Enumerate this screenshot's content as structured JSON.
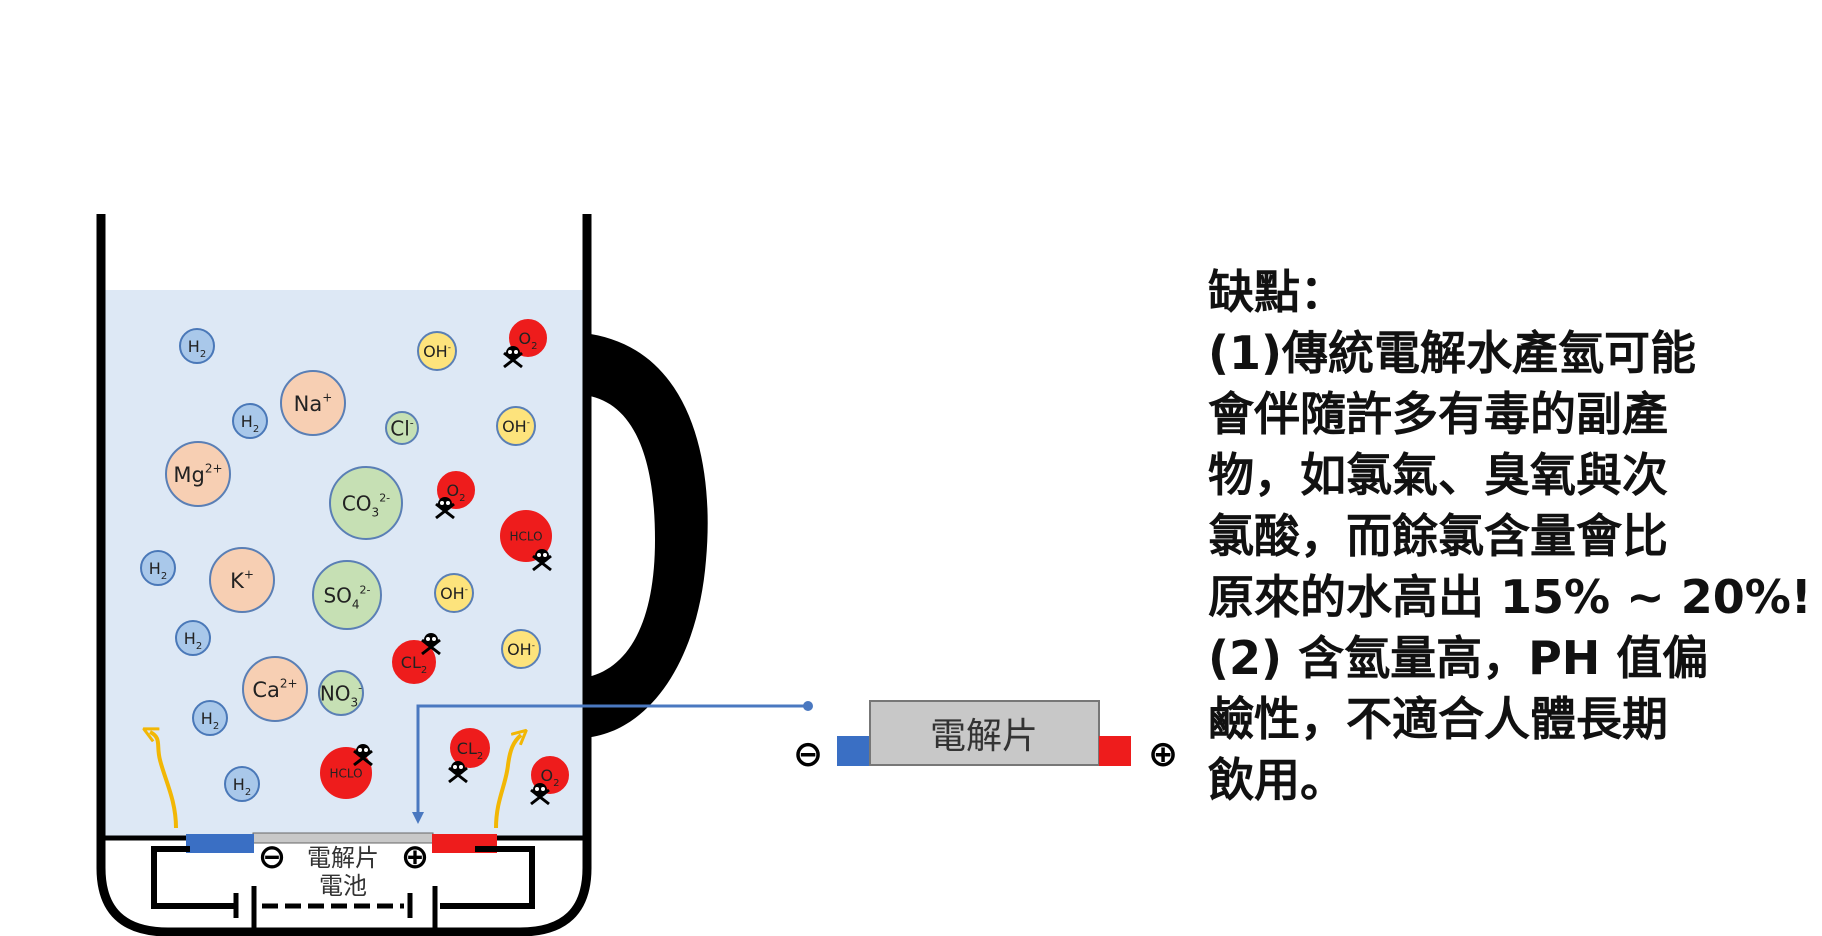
{
  "colors": {
    "water": "#dde8f5",
    "cup": "#000000",
    "h2": "#a9c8ea",
    "h2_stroke": "#4a78b8",
    "cation": "#f7cfb3",
    "cation_stroke": "#5a7fb5",
    "anion": "#c6e0b4",
    "anion_stroke": "#5a7fb5",
    "oh": "#fde37c",
    "oh_stroke": "#5a7fb5",
    "toxic": "#ee1c1c",
    "negative_plate": "#3a6fc4",
    "positive_plate": "#ee1c1c",
    "electrode_gray": "#c8c8c8",
    "arrow_yellow": "#f2b705",
    "pointer_line": "#4a78c0"
  },
  "ions": [
    {
      "base": "H",
      "sub": "2",
      "sup": "",
      "kind": "h2"
    },
    {
      "base": "H",
      "sub": "2",
      "sup": "",
      "kind": "h2"
    },
    {
      "base": "H",
      "sub": "2",
      "sup": "",
      "kind": "h2"
    },
    {
      "base": "H",
      "sub": "2",
      "sup": "",
      "kind": "h2"
    },
    {
      "base": "H",
      "sub": "2",
      "sup": "",
      "kind": "h2"
    },
    {
      "base": "H",
      "sub": "2",
      "sup": "",
      "kind": "h2"
    },
    {
      "base": "Na",
      "sub": "",
      "sup": "+",
      "kind": "cation"
    },
    {
      "base": "Mg",
      "sub": "",
      "sup": "2+",
      "kind": "cation"
    },
    {
      "base": "K",
      "sub": "",
      "sup": "+",
      "kind": "cation"
    },
    {
      "base": "Ca",
      "sub": "",
      "sup": "2+",
      "kind": "cation"
    },
    {
      "base": "CO",
      "sub": "3",
      "sup": "2-",
      "kind": "anion"
    },
    {
      "base": "SO",
      "sub": "4",
      "sup": "2-",
      "kind": "anion"
    },
    {
      "base": "Cl",
      "sub": "",
      "sup": "-",
      "kind": "anion"
    },
    {
      "base": "NO",
      "sub": "3",
      "sup": "-",
      "kind": "anion"
    },
    {
      "base": "OH",
      "sub": "",
      "sup": "-",
      "kind": "oh"
    },
    {
      "base": "OH",
      "sub": "",
      "sup": "-",
      "kind": "oh"
    },
    {
      "base": "OH",
      "sub": "",
      "sup": "-",
      "kind": "oh"
    },
    {
      "base": "OH",
      "sub": "",
      "sup": "-",
      "kind": "oh"
    },
    {
      "base": "O",
      "sub": "2",
      "sup": "",
      "kind": "toxic"
    },
    {
      "base": "O",
      "sub": "2",
      "sup": "",
      "kind": "toxic"
    },
    {
      "base": "O",
      "sub": "2",
      "sup": "",
      "kind": "toxic"
    },
    {
      "base": "HCLO",
      "sub": "",
      "sup": "",
      "kind": "toxic"
    },
    {
      "base": "HCLO",
      "sub": "",
      "sup": "",
      "kind": "toxic"
    },
    {
      "base": "CL",
      "sub": "2",
      "sup": "",
      "kind": "toxic"
    },
    {
      "base": "CL",
      "sub": "2",
      "sup": "",
      "kind": "toxic"
    }
  ],
  "cup": {
    "electrode_label": "電解片",
    "battery_label": "電池",
    "minus_symbol": "⊖",
    "plus_symbol": "⊕"
  },
  "electrode_detail": {
    "label": "電解片",
    "minus_symbol": "⊖",
    "plus_symbol": "⊕"
  },
  "description": {
    "lines": [
      "缺點：",
      "(1)傳統電解水產氫可能",
      "會伴隨許多有毒的副產",
      "物，如氯氣、臭氧與次",
      "氯酸，而餘氯含量會比",
      "原來的水高出 15% ~ 20%!",
      "(2) 含氫量高，PH 值偏",
      "鹼性，不適合人體長期",
      "飲用。"
    ]
  }
}
